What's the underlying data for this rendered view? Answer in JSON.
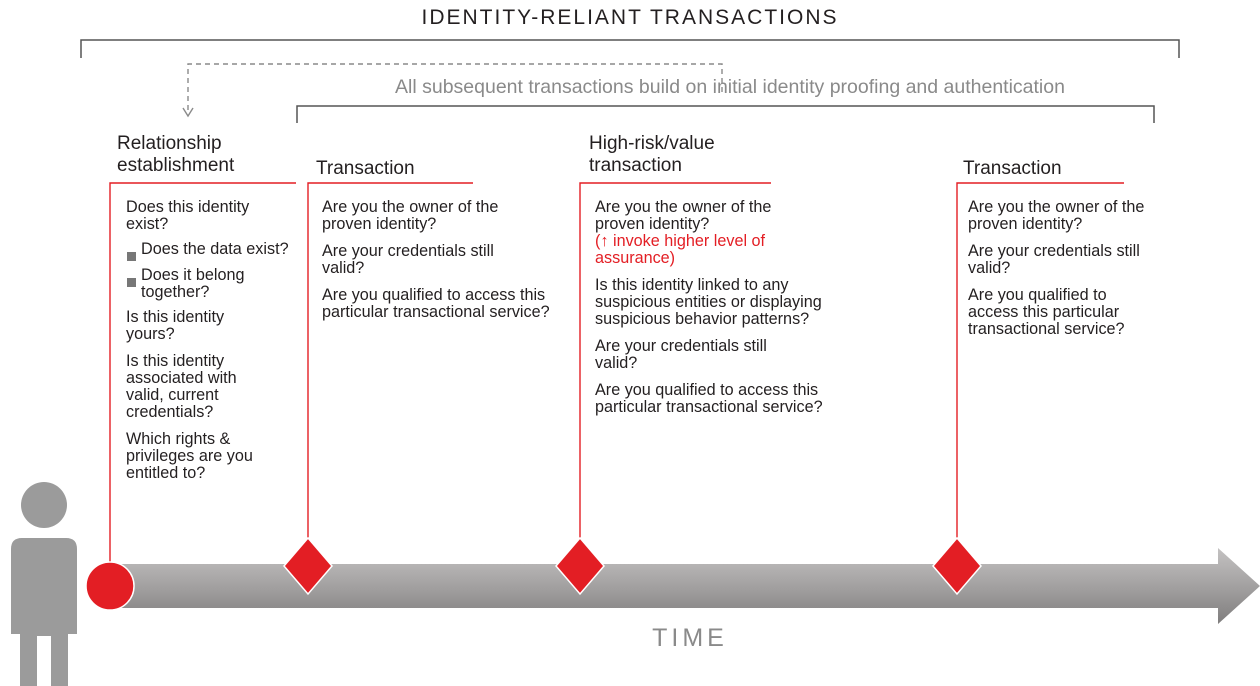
{
  "header": {
    "title": "IDENTITY-RELIANT TRANSACTIONS",
    "subtitle": "All subsequent transactions build on initial identity proofing and authentication"
  },
  "axis": {
    "label": "TIME"
  },
  "colors": {
    "accent": "#e31e24",
    "arrow": "#9a9a9a",
    "person": "#9b9b9b",
    "bracket": "#555555"
  },
  "stages": [
    {
      "heading": "Relationship establishment",
      "marker": "circle",
      "questions": [
        {
          "text": "Does this identity exist?"
        },
        {
          "text": "Does the data exist?",
          "bullet": true
        },
        {
          "text": "Does it belong together?",
          "bullet": true
        },
        {
          "text": "Is this identity yours?"
        },
        {
          "text": "Is this identity associated with valid, current credentials?"
        },
        {
          "text": "Which rights & privileges are you entitled to?"
        }
      ]
    },
    {
      "heading": "Transaction",
      "marker": "diamond",
      "questions": [
        {
          "text": "Are you the owner of the proven identity?"
        },
        {
          "text": "Are your credentials still valid?"
        },
        {
          "text": "Are you qualified to access this particular transactional service?"
        }
      ]
    },
    {
      "heading": "High-risk/value transaction",
      "marker": "diamond",
      "questions": [
        {
          "text": "Are you the owner of the proven identity?",
          "highlight": "(↑ invoke higher level of assurance)"
        },
        {
          "text": "Is this identity linked to any suspicious entities or displaying suspicious behavior patterns?"
        },
        {
          "text": "Are your credentials still valid?"
        },
        {
          "text": "Are you qualified to access this particular transactional service?"
        }
      ]
    },
    {
      "heading": "Transaction",
      "marker": "diamond",
      "questions": [
        {
          "text": "Are you the owner of the proven identity?"
        },
        {
          "text": "Are your credentials still valid?"
        },
        {
          "text": "Are you qualified to access this particular transactional service?"
        }
      ]
    }
  ]
}
